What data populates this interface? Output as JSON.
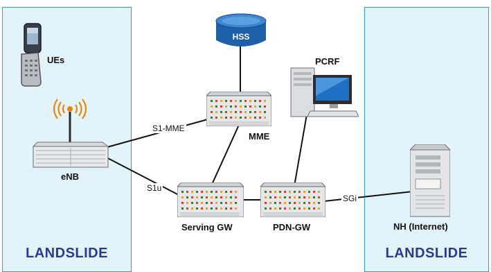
{
  "panels": {
    "left_title": "LANDSLIDE",
    "right_title": "LANDSLIDE"
  },
  "nodes": {
    "ues": "UEs",
    "enb": "eNB",
    "hss": "HSS",
    "mme": "MME",
    "pcrf": "PCRF",
    "serving_gw": "Serving GW",
    "pdn_gw": "PDN-GW",
    "nh": "NH (Internet)"
  },
  "links": {
    "s1_mme": "S1-MME",
    "s1u": "S1u",
    "sgi": "SGi"
  },
  "icons": {
    "ues": "mobile-phone-icon",
    "enb": "enodeb-antenna-icon",
    "hss": "database-icon",
    "mme": "network-rack-icon",
    "pcrf": "desktop-computer-icon",
    "serving_gw": "network-rack-icon",
    "pdn_gw": "network-rack-icon",
    "nh": "server-tower-icon"
  },
  "colors": {
    "panel_fill": "#e3f3fa",
    "panel_border": "#2f9fd0",
    "title_text": "#2a3a8c",
    "hss_blue": "#1d5fa8"
  }
}
